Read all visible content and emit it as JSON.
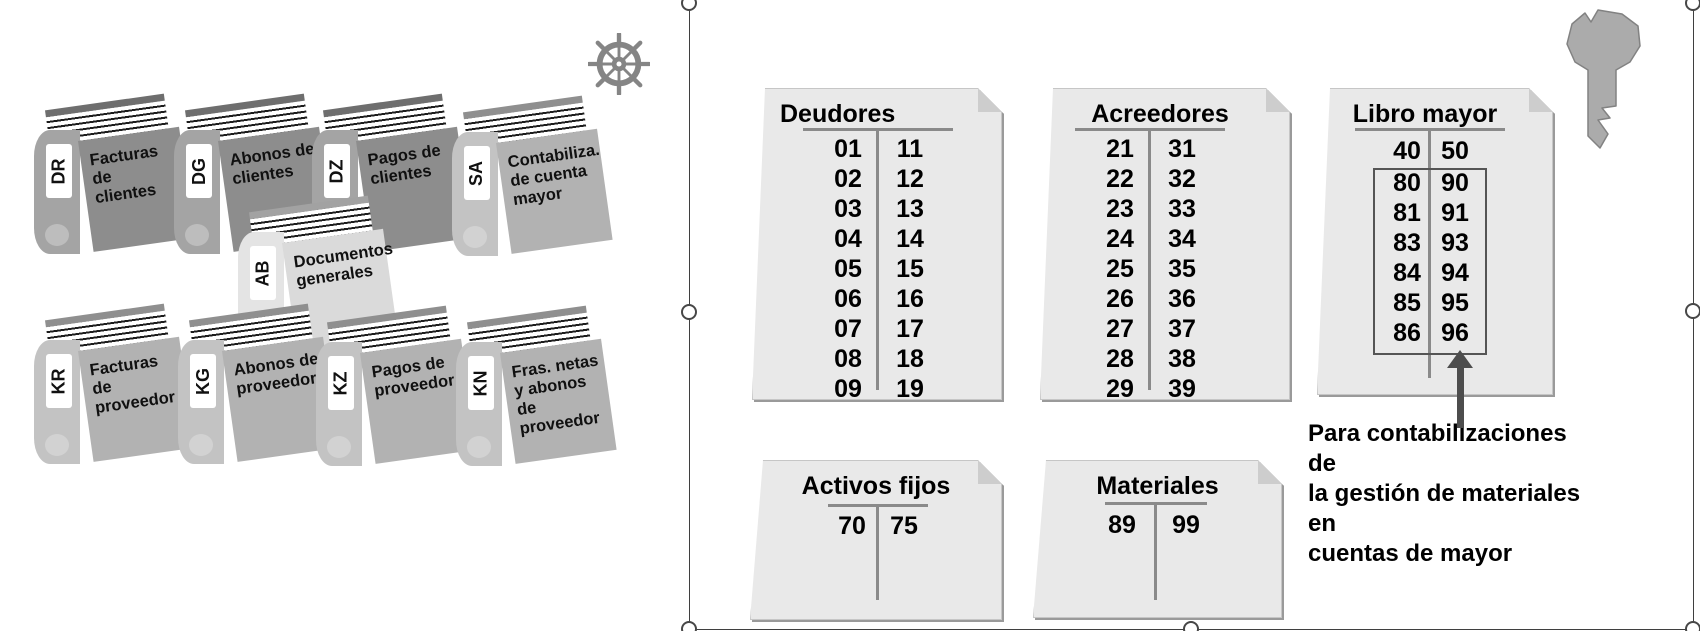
{
  "diagram": {
    "kind": "SAP document-types and number-ranges slide graphic",
    "background": "#ffffff"
  },
  "colors": {
    "binder_dark": "#8d8d8d",
    "binder_medium": "#b2b2b2",
    "binder_light": "#dadada",
    "sheet_background": "#e9e9e9",
    "sheet_shadow": "#9a9a9a",
    "t_account_line": "#8a8a8a",
    "arrow": "#4d4d4d",
    "selection_frame": "#3f3f3f"
  },
  "icons": {
    "left_group": "ship-wheel-icon",
    "right_group": "key-icon"
  },
  "binders": {
    "items": [
      {
        "code": "DR",
        "title": "Facturas de\nclientes",
        "shade": "dark"
      },
      {
        "code": "DG",
        "title": "Abonos de\nclientes",
        "shade": "dark"
      },
      {
        "code": "DZ",
        "title": "Pagos de\nclientes",
        "shade": "dark"
      },
      {
        "code": "SA",
        "title": "Contabiliza.\nde cuenta\nmayor",
        "shade": "medium"
      },
      {
        "code": "AB",
        "title": "Documentos\ngenerales",
        "shade": "light"
      },
      {
        "code": "KR",
        "title": "Facturas\nde\nproveedor",
        "shade": "medium"
      },
      {
        "code": "KG",
        "title": "Abonos de\nproveedor",
        "shade": "medium"
      },
      {
        "code": "KZ",
        "title": "Pagos de\nproveedor",
        "shade": "medium"
      },
      {
        "code": "KN",
        "title": "Fras. netas\ny abonos\nde\nproveedor",
        "shade": "medium"
      }
    ]
  },
  "accounts": {
    "deudores": {
      "title": "Deudores",
      "rows": [
        [
          "01",
          "11"
        ],
        [
          "02",
          "12"
        ],
        [
          "03",
          "13"
        ],
        [
          "04",
          "14"
        ],
        [
          "05",
          "15"
        ],
        [
          "06",
          "16"
        ],
        [
          "07",
          "17"
        ],
        [
          "08",
          "18"
        ],
        [
          "09",
          "19"
        ]
      ]
    },
    "acreedores": {
      "title": "Acreedores",
      "rows": [
        [
          "21",
          "31"
        ],
        [
          "22",
          "32"
        ],
        [
          "23",
          "33"
        ],
        [
          "24",
          "34"
        ],
        [
          "25",
          "35"
        ],
        [
          "26",
          "36"
        ],
        [
          "27",
          "37"
        ],
        [
          "28",
          "38"
        ],
        [
          "29",
          "39"
        ]
      ]
    },
    "libro_mayor": {
      "title": "Libro mayor",
      "head": [
        "40",
        "50"
      ],
      "boxed": [
        [
          "80",
          "90"
        ],
        [
          "81",
          "91"
        ],
        [
          "83",
          "93"
        ],
        [
          "84",
          "94"
        ],
        [
          "85",
          "95"
        ],
        [
          "86",
          "96"
        ]
      ]
    },
    "activos_fijos": {
      "title": "Activos fijos",
      "rows": [
        [
          "70",
          "75"
        ]
      ]
    },
    "materiales": {
      "title": "Materiales",
      "rows": [
        [
          "89",
          "99"
        ]
      ]
    }
  },
  "annotation": {
    "text": "Para contabilizaciones de\nla gestión de materiales en\ncuentas de mayor"
  }
}
